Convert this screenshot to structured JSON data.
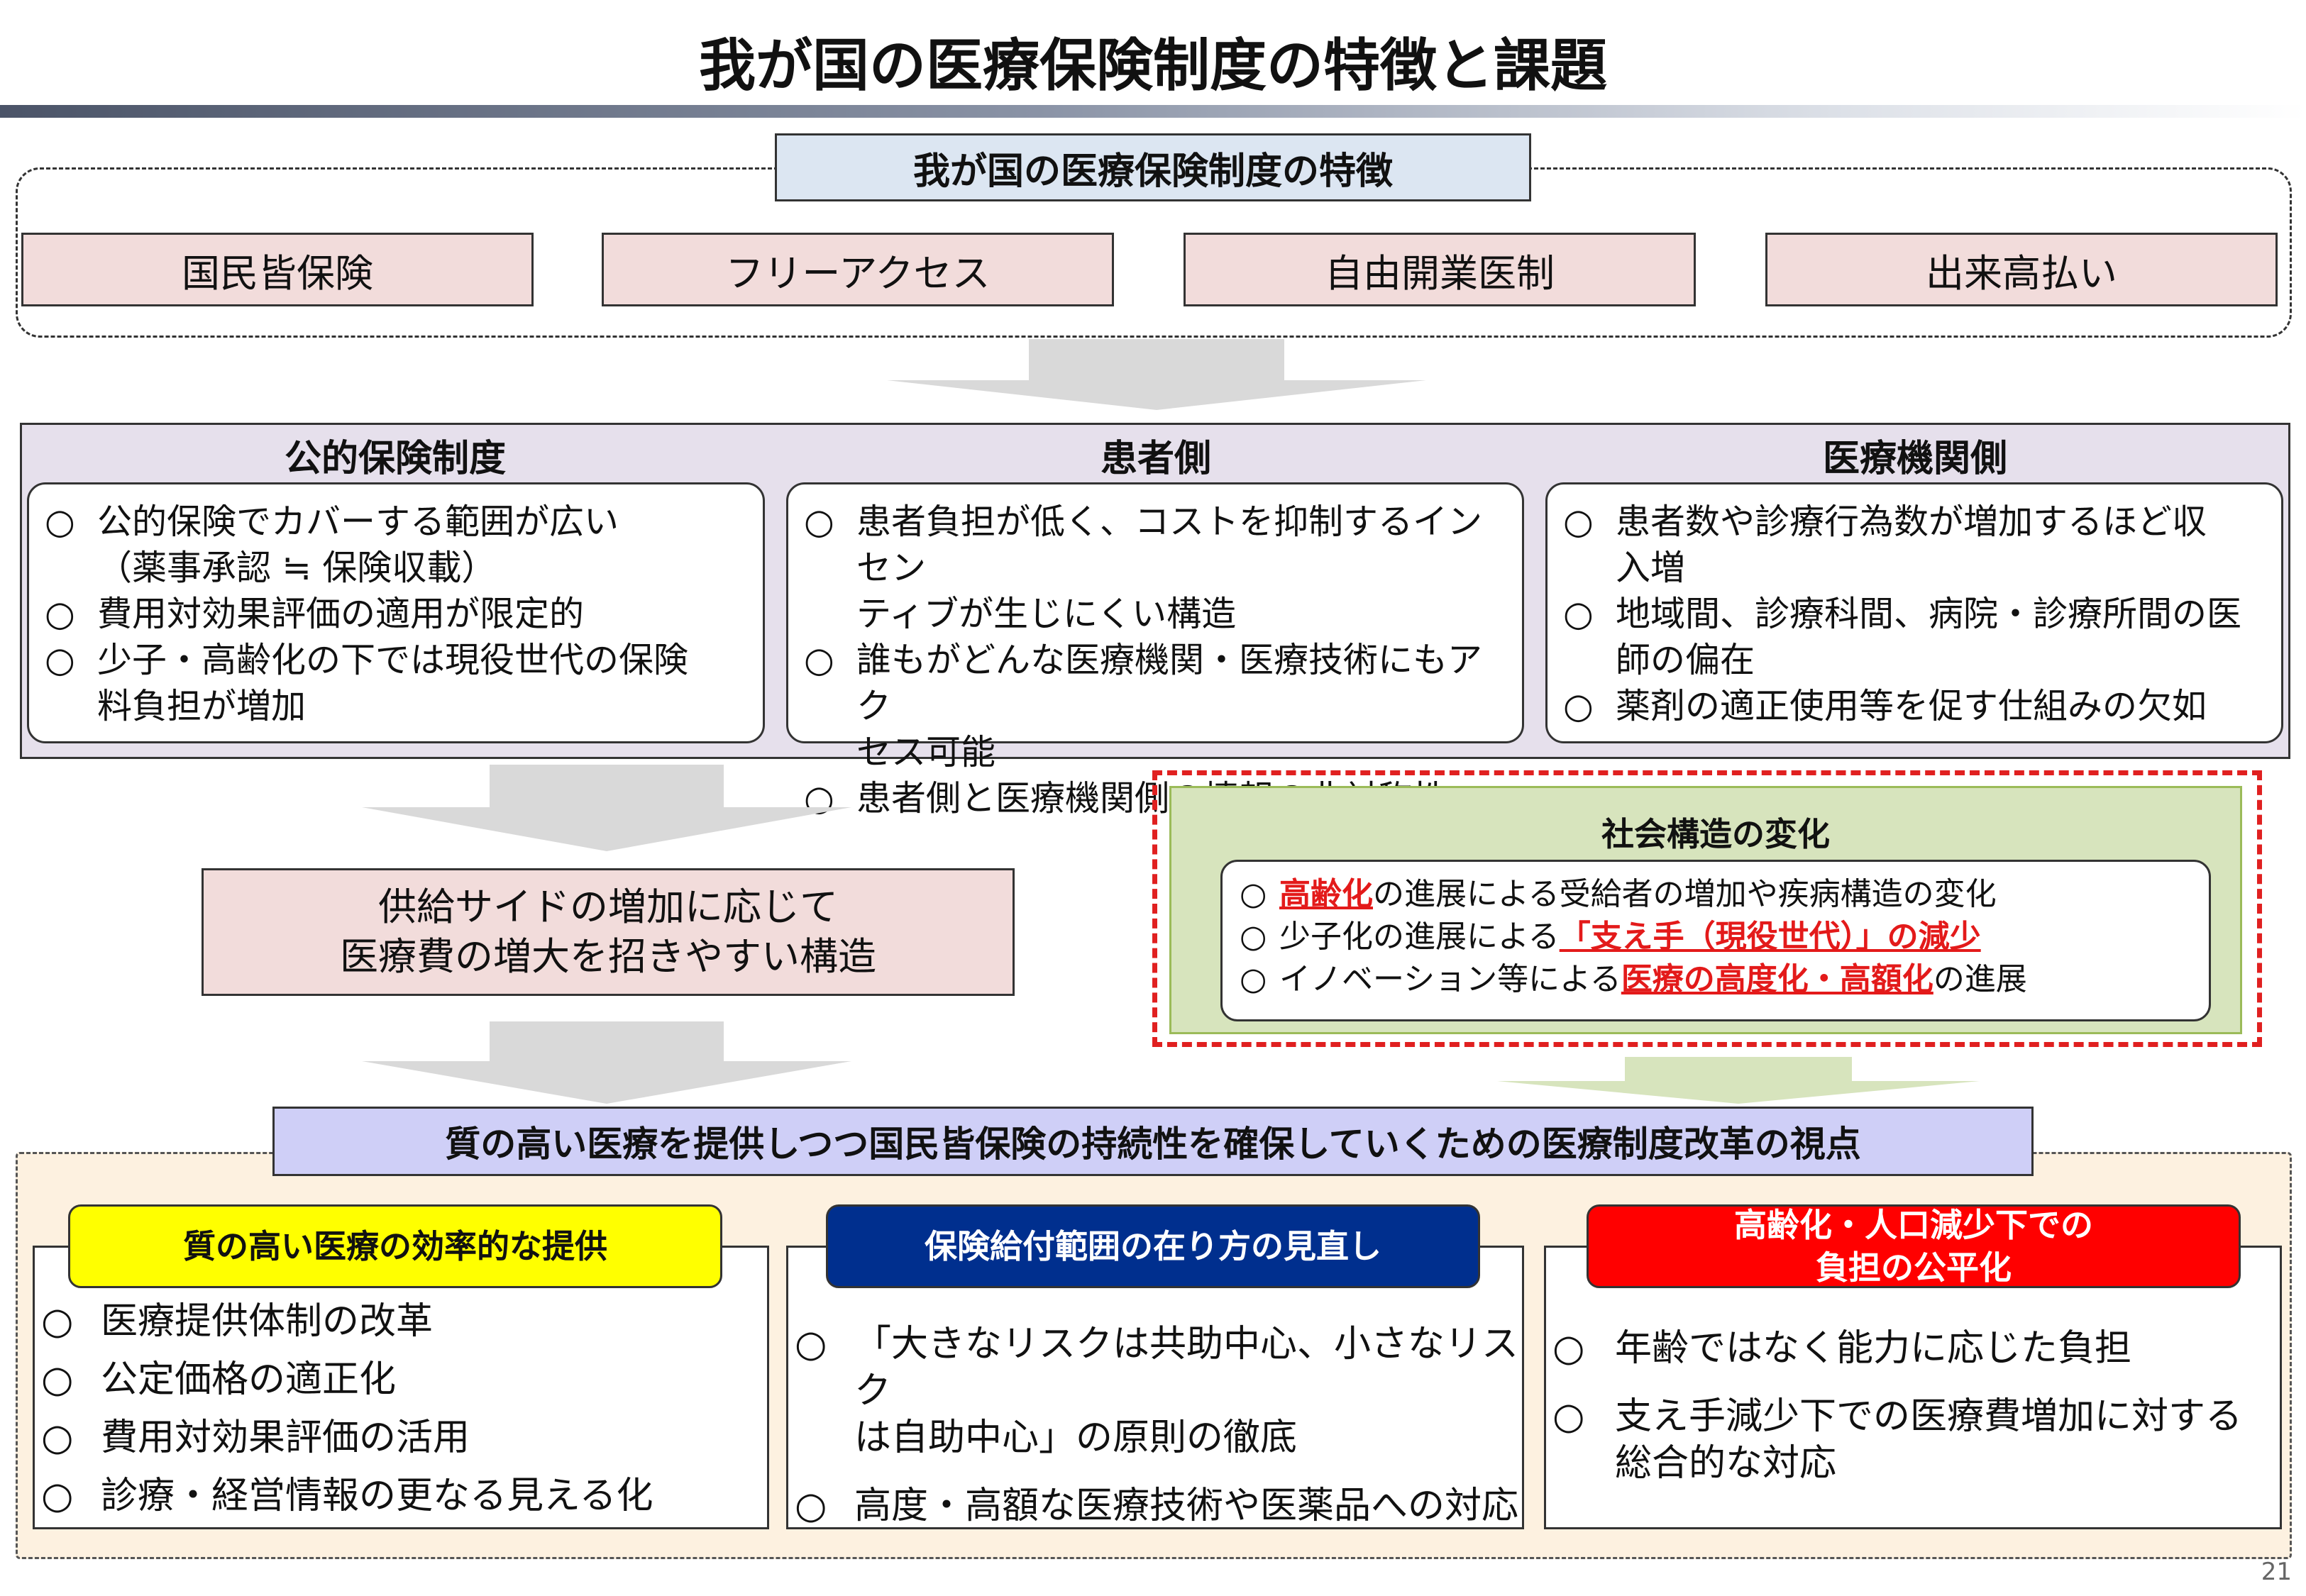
{
  "title": "我が国の医療保険制度の特徴と課題",
  "features": {
    "heading": "我が国の医療保険制度の特徴",
    "items": [
      "国民皆保険",
      "フリーアクセス",
      "自由開業医制",
      "出来高払い"
    ]
  },
  "issues": {
    "columns": [
      {
        "heading": "公的保険制度",
        "bullets": [
          {
            "mark": "○",
            "lines": [
              "公的保険でカバーする範囲が広い",
              "（薬事承認 ≒ 保険収載）"
            ]
          },
          {
            "mark": "○",
            "lines": [
              "費用対効果評価の適用が限定的"
            ]
          },
          {
            "mark": "○",
            "lines": [
              "少子・高齢化の下では現役世代の保険",
              "料負担が増加"
            ]
          }
        ]
      },
      {
        "heading": "患者側",
        "bullets": [
          {
            "mark": "○",
            "lines": [
              "患者負担が低く、コストを抑制するインセン",
              "ティブが生じにくい構造"
            ]
          },
          {
            "mark": "○",
            "lines": [
              "誰もがどんな医療機関・医療技術にもアク",
              "セス可能"
            ]
          },
          {
            "mark": "○",
            "lines": [
              "患者側と医療機関側の情報の非対称性"
            ]
          }
        ]
      },
      {
        "heading": "医療機関側",
        "bullets": [
          {
            "mark": "○",
            "lines": [
              "患者数や診療行為数が増加するほど収",
              "入増"
            ]
          },
          {
            "mark": "○",
            "lines": [
              "地域間、診療科間、病院・診療所間の医",
              "師の偏在"
            ]
          },
          {
            "mark": "○",
            "lines": [
              "薬剤の適正使用等を促す仕組みの欠如"
            ]
          }
        ]
      }
    ]
  },
  "supply": {
    "line1": "供給サイドの増加に応じて",
    "line2": "医療費の増大を招きやすい構造"
  },
  "social": {
    "heading": "社会構造の変化",
    "items": [
      {
        "mark": "○",
        "pre": "",
        "emph": "高齢化",
        "post": "の進展による受給者の増加や疾病構造の変化"
      },
      {
        "mark": "○",
        "pre": "少子化の進展による",
        "emph": "「支え手（現役世代）」の減少",
        "post": ""
      },
      {
        "mark": "○",
        "pre": "イノベーション等による",
        "emph": "医療の高度化・高額化",
        "post": "の進展"
      }
    ]
  },
  "reform": {
    "heading": "質の高い医療を提供しつつ国民皆保険の持続性を確保していくための医療制度改革の視点",
    "columns": [
      {
        "tag": [
          "質の高い医療の効率的な提供"
        ],
        "bullets": [
          {
            "mark": "○",
            "lines": [
              "医療提供体制の改革"
            ]
          },
          {
            "mark": "○",
            "lines": [
              "公定価格の適正化"
            ]
          },
          {
            "mark": "○",
            "lines": [
              "費用対効果評価の活用"
            ]
          },
          {
            "mark": "○",
            "lines": [
              "診療・経営情報の更なる見える化"
            ]
          }
        ]
      },
      {
        "tag": [
          "保険給付範囲の在り方の見直し"
        ],
        "bullets": [
          {
            "mark": "○",
            "lines": [
              "「大きなリスクは共助中心、小さなリスク",
              "は自助中心」の原則の徹底"
            ]
          },
          {
            "mark": "○",
            "lines": [
              "高度・高額な医療技術や医薬品への対応"
            ]
          }
        ]
      },
      {
        "tag": [
          "高齢化・人口減少下での",
          "負担の公平化"
        ],
        "bullets": [
          {
            "mark": "○",
            "lines": [
              "年齢ではなく能力に応じた負担"
            ]
          },
          {
            "mark": "○",
            "lines": [
              "支え手減少下での医療費増加に対する",
              "総合的な対応"
            ]
          }
        ]
      }
    ]
  },
  "page_number": "21",
  "colors": {
    "pink_box": "#f2dcdb",
    "lavender_band": "#e6e0ec",
    "green_box": "#d7e4bd",
    "reform_bg": "#fdf1e0",
    "reform_title": "#cfcff7",
    "tag_yellow": "#ffff00",
    "tag_navy": "#002f8e",
    "tag_red": "#ff0000",
    "emphasis_red": "#e31a1a"
  }
}
